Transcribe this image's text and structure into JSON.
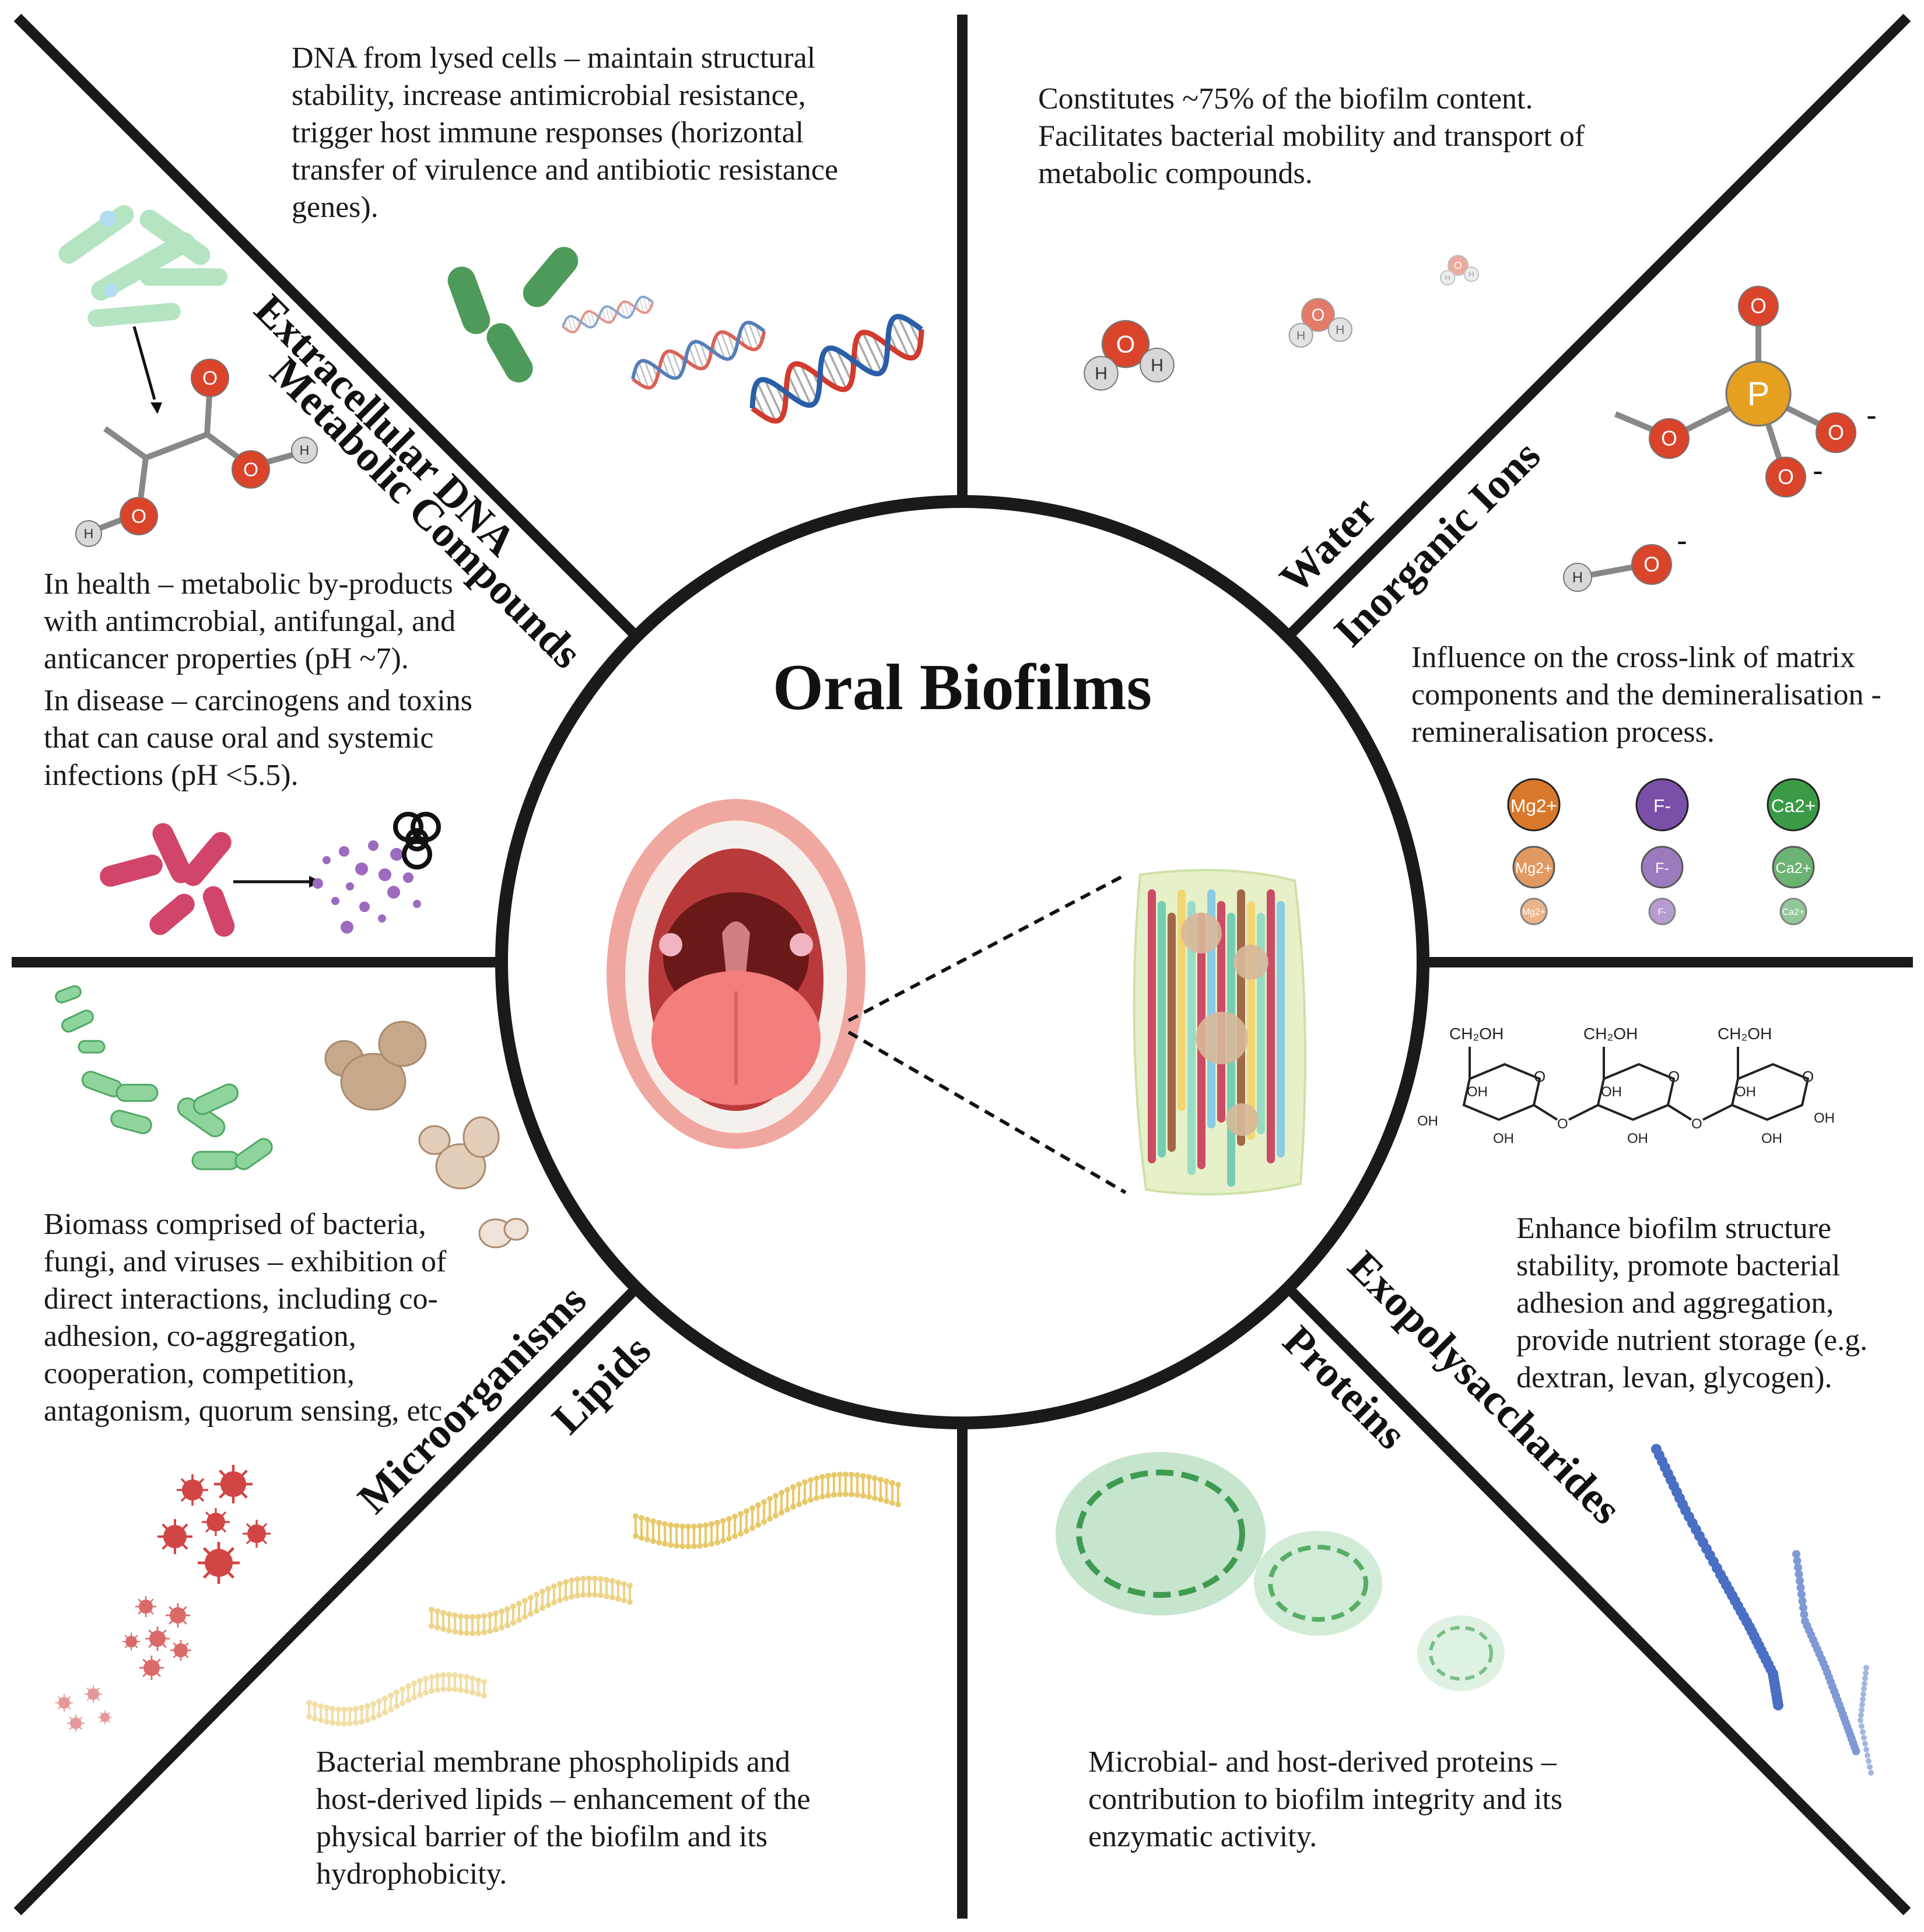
{
  "title": "Oral Biofilms",
  "sections": {
    "extracellular_dna": {
      "label": "Extracellular DNA",
      "text": "DNA from lysed cells – maintain structural stability, increase antimicrobial resistance, trigger host immune responses (horizontal transfer of virulence and antibiotic resistance genes)."
    },
    "water": {
      "label": "Water",
      "text": "Constitutes ~75% of the biofilm content. Facilitates bacterial mobility and transport of metabolic compounds."
    },
    "inorganic_ions": {
      "label": "Inorganic Ions",
      "text": "Influence on the cross-link of matrix components and the demineralisation -remineralisation process.",
      "ions": [
        "Mg2+",
        "F-",
        "Ca2+"
      ]
    },
    "metabolic_compounds": {
      "label": "Metabolic Compounds",
      "text_health": "In health – metabolic by-products with antimcrobial, antifungal, and anticancer properties (pH ~7).",
      "text_disease": "In disease – carcinogens and toxins that can cause oral and systemic infections (pH <5.5)."
    },
    "exopolysaccharides": {
      "label": "Exopolysaccharides",
      "text": "Enhance biofilm structure stability, promote bacterial adhesion and aggregation, provide nutrient storage (e.g. dextran, levan, glycogen).",
      "chem_labels": {
        "ch2oh": "CH₂OH",
        "oh": "OH",
        "o": "O"
      }
    },
    "microorganisms": {
      "label": "Microorganisms",
      "text": "Biomass comprised of bacteria, fungi, and viruses – exhibition of direct interactions, including co-adhesion, co-aggregation, cooperation, competition, antagonism, quorum sensing, etc."
    },
    "lipids": {
      "label": "Lipids",
      "text": "Bacterial membrane phospholipids and host-derived lipids – enhancement of the physical barrier of the biofilm and its hydrophobicity."
    },
    "proteins": {
      "label": "Proteins",
      "text": "Microbial- and host-derived proteins – contribution to biofilm integrity and its enzymatic activity."
    }
  },
  "molecule_atoms": {
    "h": "H",
    "o": "O",
    "p": "P",
    "minus": "-"
  },
  "colors": {
    "line": "#1a1a1a",
    "oxygen": "#d9442b",
    "hydrogen": "#d8d8d8",
    "phosphorus": "#e6a020",
    "mg": "#d9782b",
    "f": "#7a4fa8",
    "ca": "#3a9a45",
    "dna_red": "#d23a2e",
    "dna_blue": "#2a5fa8",
    "bacteria_green": "#8fd4a0",
    "lipid": "#e8c96a",
    "protein": "#5bb56e",
    "eps_blue": "#4a6fc4"
  }
}
